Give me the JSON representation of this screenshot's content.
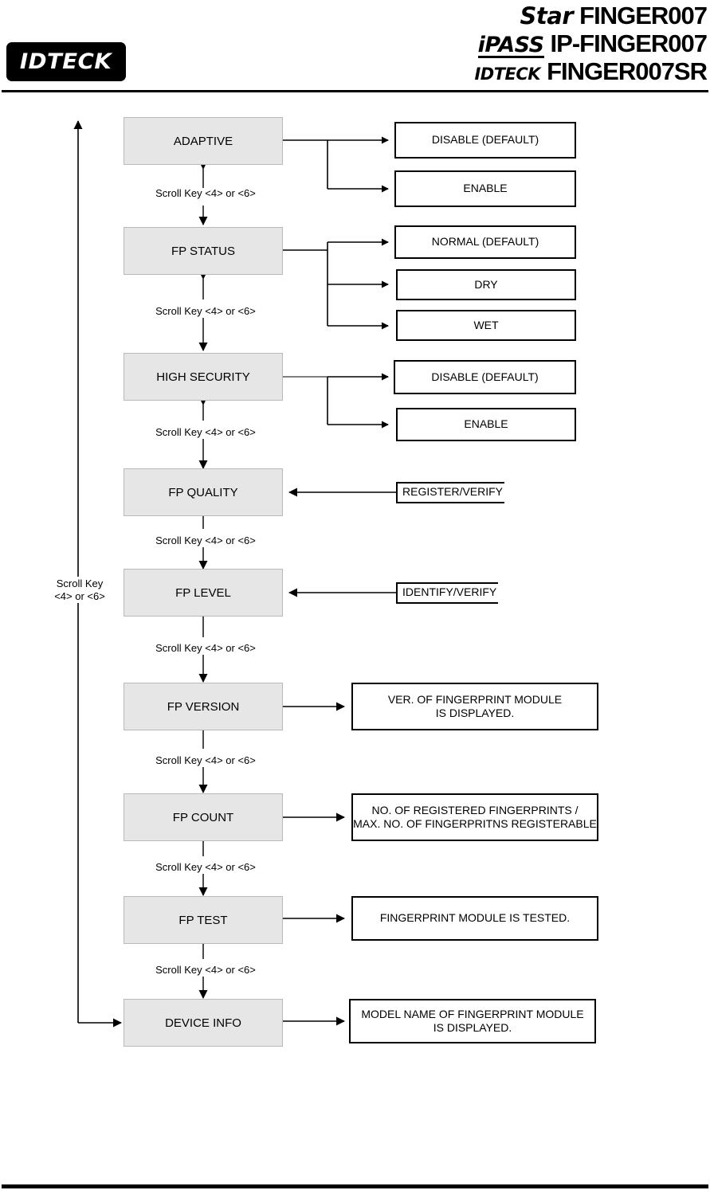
{
  "header": {
    "logo_text": "IDTECK",
    "models": [
      {
        "brand": "Star",
        "name": "FINGER007"
      },
      {
        "brand": "iPASS",
        "name": "IP-FINGER007"
      },
      {
        "brand": "IDTECK",
        "name": "FINGER007SR"
      }
    ]
  },
  "diagram": {
    "scroll_label": "Scroll Key <4> or <6>",
    "loop_label_line1": "Scroll Key",
    "loop_label_line2": "<4> or <6>",
    "menu_items": [
      {
        "label": "ADAPTIVE"
      },
      {
        "label": "FP STATUS"
      },
      {
        "label": "HIGH SECURITY"
      },
      {
        "label": "FP QUALITY"
      },
      {
        "label": "FP LEVEL"
      },
      {
        "label": "FP VERSION"
      },
      {
        "label": "FP COUNT"
      },
      {
        "label": "FP TEST"
      },
      {
        "label": "DEVICE INFO"
      }
    ],
    "options": [
      {
        "label": "DISABLE (DEFAULT)"
      },
      {
        "label": "ENABLE"
      },
      {
        "label": "NORMAL (DEFAULT)"
      },
      {
        "label": "DRY"
      },
      {
        "label": "WET"
      },
      {
        "label": "DISABLE (DEFAULT)"
      },
      {
        "label": "ENABLE"
      }
    ],
    "tags": [
      {
        "label": "REGISTER/VERIFY"
      },
      {
        "label": "IDENTIFY/VERIFY"
      }
    ],
    "descriptions": [
      {
        "line1": "VER. OF FINGERPRINT MODULE",
        "line2": "IS DISPLAYED."
      },
      {
        "line1": "NO. OF REGISTERED FINGERPRINTS /",
        "line2": "MAX. NO. OF FINGERPRITNS REGISTERABLE"
      },
      {
        "line1": "FINGERPRINT MODULE IS TESTED.",
        "line2": ""
      },
      {
        "line1": "MODEL NAME OF FINGERPRINT MODULE",
        "line2": "IS DISPLAYED."
      }
    ]
  },
  "colors": {
    "menu_fill": "#e6e6e6",
    "line": "#000000",
    "page_bg": "#ffffff"
  }
}
